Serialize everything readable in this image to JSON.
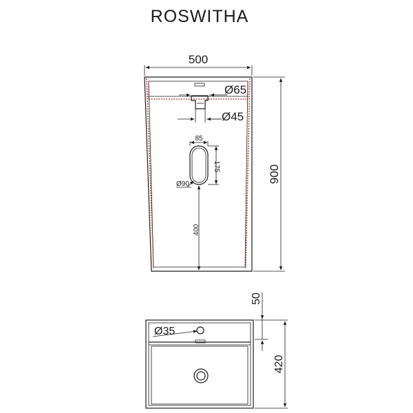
{
  "title": "ROSWITHA",
  "dimensions": {
    "width": "500",
    "height": "900",
    "drain_top": "Ø65",
    "drain_pipe": "Ø45",
    "outlet_width": "85",
    "outlet_height": "175",
    "outlet_diameter": "Ø90",
    "outlet_height_from_floor": "400",
    "rim_depth": "50",
    "overall_depth": "420",
    "tap_hole": "Ø35"
  },
  "colors": {
    "line": "#1a1a1a",
    "wall_section": "#a2504a"
  }
}
